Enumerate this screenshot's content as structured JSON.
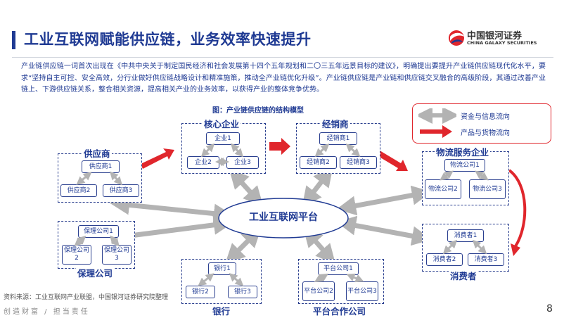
{
  "header": {
    "title": "工业互联网赋能供应链，业务效率快速提升",
    "logo_cn": "中国银河证券",
    "logo_en": "CHINA GALAXY SECURITIES",
    "logo_icon": "galaxy-logo-icon",
    "brand_color": "#1f3a93",
    "accent_color": "#e0262c"
  },
  "body": {
    "paragraph": "产业链供应链一词首次出现在《中共中央关于制定国民经济和社会发展第十四个五年规划和二〇三五年远景目标的建议》，明确提出要提升产业链供应链现代化水平，要求“坚持自主可控、安全高效，分行业做好供应链战略设计和精准施策，推动全产业链优化升级”。产业链供应链是产业链和供应链交叉融合的高级阶段，其通过改善产业链上、下游供应链关系，整合相关资源，提高相关产业的业务效率，以获得产业的整体竞争优势。"
  },
  "figure": {
    "title": "图：产业链供应链的结构模型",
    "center": "工业互联网平台",
    "legend": {
      "gray": "资金与信息流向",
      "red": "产品与货物流向"
    },
    "groups": {
      "supplier": {
        "label": "供应商",
        "nodes": [
          "供应商1",
          "供应商2",
          "供应商3"
        ]
      },
      "core": {
        "label": "核心企业",
        "nodes": [
          "企业1",
          "企业2",
          "企业3"
        ]
      },
      "dealer": {
        "label": "经销商",
        "nodes": [
          "经销商1",
          "经销商2",
          "经销商3"
        ]
      },
      "logistics": {
        "label": "物流服务企业",
        "nodes": [
          "物流公司1",
          "物流公司2",
          "物流公司3"
        ]
      },
      "insurance": {
        "label": "保理公司",
        "nodes": [
          "保理公司1",
          "保理公司2",
          "保理公司3"
        ]
      },
      "bank": {
        "label": "银行",
        "nodes": [
          "银行1",
          "银行2",
          "银行3"
        ]
      },
      "platform": {
        "label": "平台合作公司",
        "nodes": [
          "平台公司1",
          "平台公司2",
          "平台公司3"
        ]
      },
      "consumer": {
        "label": "消费者",
        "nodes": [
          "消费者1",
          "消费者2",
          "消费者3"
        ]
      }
    }
  },
  "footer": {
    "source": "资料来源：工业互联网产业联盟，中国银河证券研究院整理",
    "slogan": "创造财富 / 担当责任",
    "page_number": "8"
  }
}
